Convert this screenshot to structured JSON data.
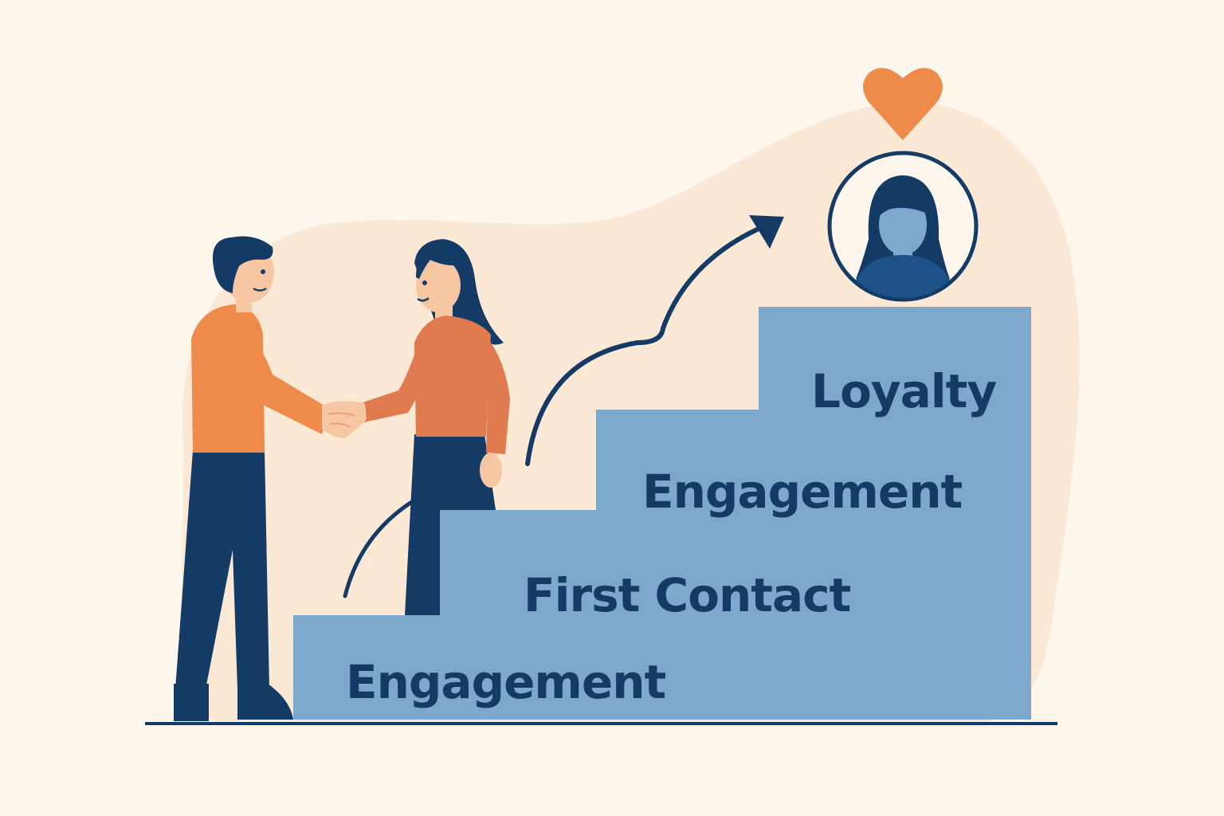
{
  "colors": {
    "background": "#fdf7ee",
    "blob": "#fbe9d6",
    "stairs": "#7ea7cc",
    "navy": "#143a66",
    "orange": "#ee8a4a",
    "orange_dark": "#e07a4f",
    "skin": "#f7c7a3"
  },
  "stairs": {
    "steps": [
      {
        "label": "Engagement"
      },
      {
        "label": "First Contact"
      },
      {
        "label": "Engagement"
      },
      {
        "label": "Loyalty"
      }
    ]
  },
  "icons": {
    "top": "heart-icon",
    "avatar": "woman-avatar-icon",
    "growth": "curved-arrow-icon"
  },
  "people": {
    "left": "man-figure",
    "right": "woman-figure",
    "interaction": "handshake"
  }
}
